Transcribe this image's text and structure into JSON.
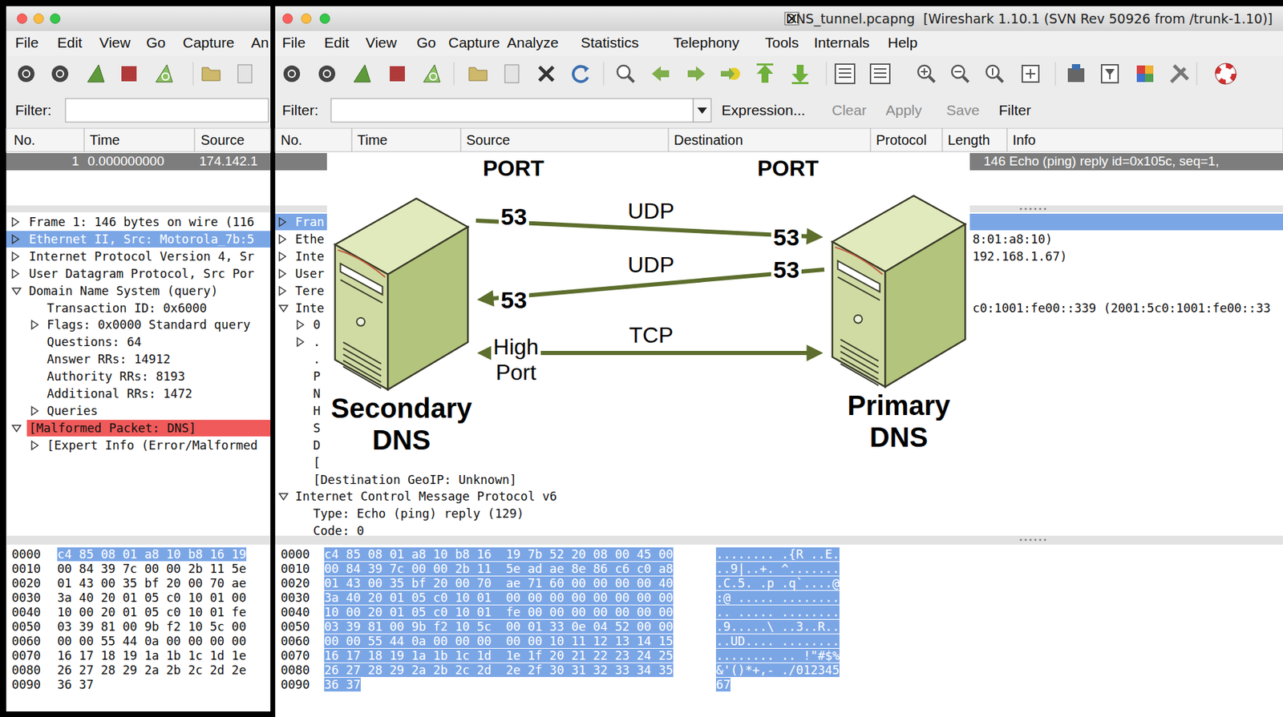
{
  "diagram": {
    "nodes": [
      {
        "text": [
          "Secondary DNS"
        ]
      },
      {
        "text": [
          "Primary DNS"
        ]
      }
    ],
    "edges": [
      {
        "from": 0,
        "to": 1,
        "label": "UDP",
        "arrow": "to"
      },
      {
        "from": 1,
        "to": 0,
        "label": "UDP",
        "arrow": "to"
      },
      {
        "from": 0,
        "to": 1,
        "label": "TCP",
        "arrow": "both"
      }
    ],
    "labels": [
      "File",
      "Edit",
      "View",
      "Go",
      "Capture",
      "An",
      "Filter:",
      "No.",
      "Time",
      "Source",
      "1",
      "0.000000000",
      "174.142.1",
      "Frame 1: 146 bytes on wire (116",
      "Ethernet II, Src: Motorola_7b:5",
      "Internet Protocol Version 4, Sr",
      "User Datagram Protocol, Src Por",
      "Domain Name System (query)",
      "Transaction ID: 0x6000",
      "Flags: 0x0000 Standard query",
      "Questions: 64",
      "Answer RRs: 14912",
      "Authority RRs: 8193",
      "Additional RRs: 1472",
      "Queries",
      "[Malformed Packet: DNS]",
      "[Expert Info (Error/Malformed",
      "0000",
      "c4 85 08 01 a8 10 b8 16 19",
      "0010",
      "00 84 39 7c 00 00 2b 11 5e",
      "0020",
      "01 43 00 35 bf 20 00 70 ae",
      "0030",
      "3a 40 20 01 05 c0 10 01 00",
      "0040",
      "10 00 20 01 05 c0 10 01 fe",
      "0050",
      "03 39 81 00 9b f2 10 5c 00",
      "0060",
      "00 00 55 44 0a 00 00 00 00",
      "0070",
      "16 17 18 19 1a 1b 1c 1d 1e",
      "0080",
      "26 27 28 29 2a 2b 2c 2d 2e",
      "0090",
      "36 37",
      "DNS_tunnel.pcapng  [Wireshark 1.10.1 (SVN Rev 50926 from /trunk-1.10)]",
      "File",
      "Edit",
      "View",
      "Go",
      "Capture",
      "Analyze",
      "Statistics",
      "Telephony",
      "Tools",
      "Internals",
      "Help",
      "Filter:",
      "Expression...",
      "Clear",
      "Apply",
      "Save",
      "Filter",
      "No.",
      "Time",
      "Source",
      "Destination",
      "Protocol",
      "Length",
      "Info",
      "146 Echo (ping) reply id=0x105c, seq=1,",
      "Fran",
      "Ethe",
      "Inte",
      "User",
      "Tere",
      "Inte",
      "0",
      ".",
      ".",
      "P",
      "N",
      "H",
      "S",
      "D",
      "[",
      "8:01:a8:10)",
      "192.168.1.67)",
      "c0:1001:fe00::339 (2001:5c0:1001:fe00::33",
      "[Destination GeoIP: Unknown]",
      "Internet Control Message Protocol v6",
      "Type: Echo (ping) reply (129)",
      "Code: 0",
      "0000",
      "c4 85 08 01 a8 10 b8 16  19 7b 52 20 08 00 45 00",
      "........ .{R ..E.",
      "0010",
      "00 84 39 7c 00 00 2b 11  5e ad ae 8e 86 c6 c0 a8",
      "..9|..+. ^.......",
      "0020",
      "01 43 00 35 bf 20 00 70  ae 71 60 00 00 00 00 40",
      ".C.5. .p .q`....@",
      "0030",
      "3a 40 20 01 05 c0 10 01  00 00 00 00 00 00 00 00",
      ":@ ..... ........",
      "0040",
      "10 00 20 01 05 c0 10 01  fe 00 00 00 00 00 00 00",
      ".. ..... ........",
      "0050",
      "03 39 81 00 9b f2 10 5c  00 01 33 0e 04 52 00 00",
      ".9.....\\ ..3..R..",
      "0060",
      "00 00 55 44 0a 00 00 00  00 00 10 11 12 13 14 15",
      "..UD.... ........",
      "0070",
      "16 17 18 19 1a 1b 1c 1d  1e 1f 20 21 22 23 24 25",
      "........ .. !\"#$%",
      "0080",
      "26 27 28 29 2a 2b 2c 2d  2e 2f 30 31 32 33 34 35",
      "&'()*+,- ./012345",
      "0090",
      "36 37",
      "67",
      "PORT",
      "PORT",
      "53",
      "53",
      "53",
      "53",
      "High Port"
    ]
  }
}
